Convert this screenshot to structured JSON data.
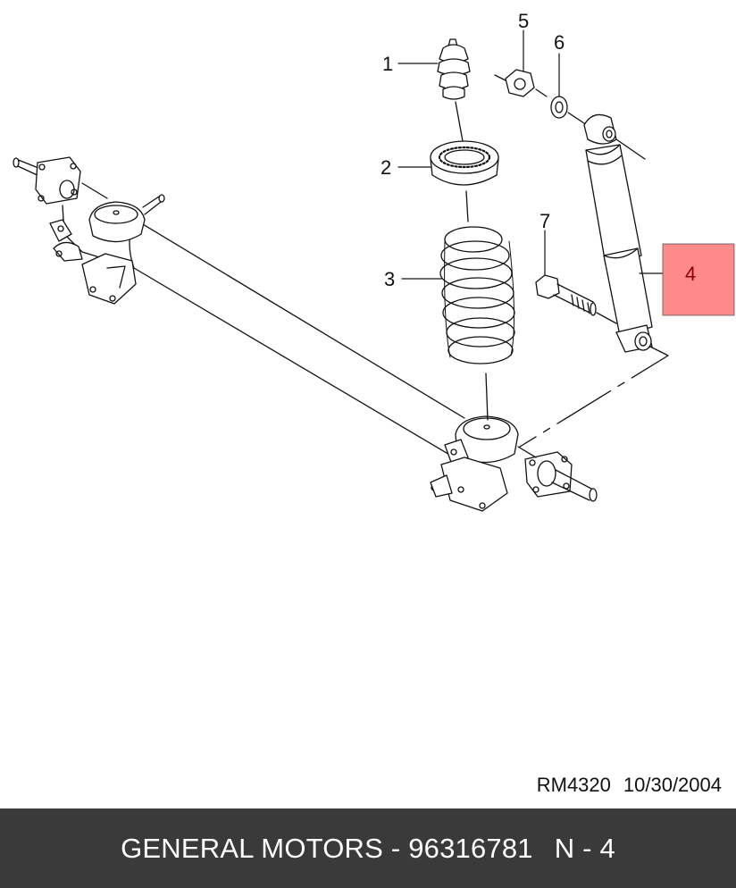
{
  "diagram": {
    "callouts": [
      {
        "id": "1",
        "label": "1"
      },
      {
        "id": "2",
        "label": "2"
      },
      {
        "id": "3",
        "label": "3"
      },
      {
        "id": "4",
        "label": "4"
      },
      {
        "id": "5",
        "label": "5"
      },
      {
        "id": "6",
        "label": "6"
      },
      {
        "id": "7",
        "label": "7"
      }
    ],
    "highlighted_callout": "4",
    "highlight_color": "#ff8a8a",
    "highlight_text_color": "#8a0000"
  },
  "reference": {
    "code": "RM4320",
    "date": "10/30/2004"
  },
  "footer": {
    "brand": "GENERAL MOTORS",
    "separator": "-",
    "part_number": "96316781",
    "position_label": "N - 4",
    "background": "#3a3a3a"
  }
}
